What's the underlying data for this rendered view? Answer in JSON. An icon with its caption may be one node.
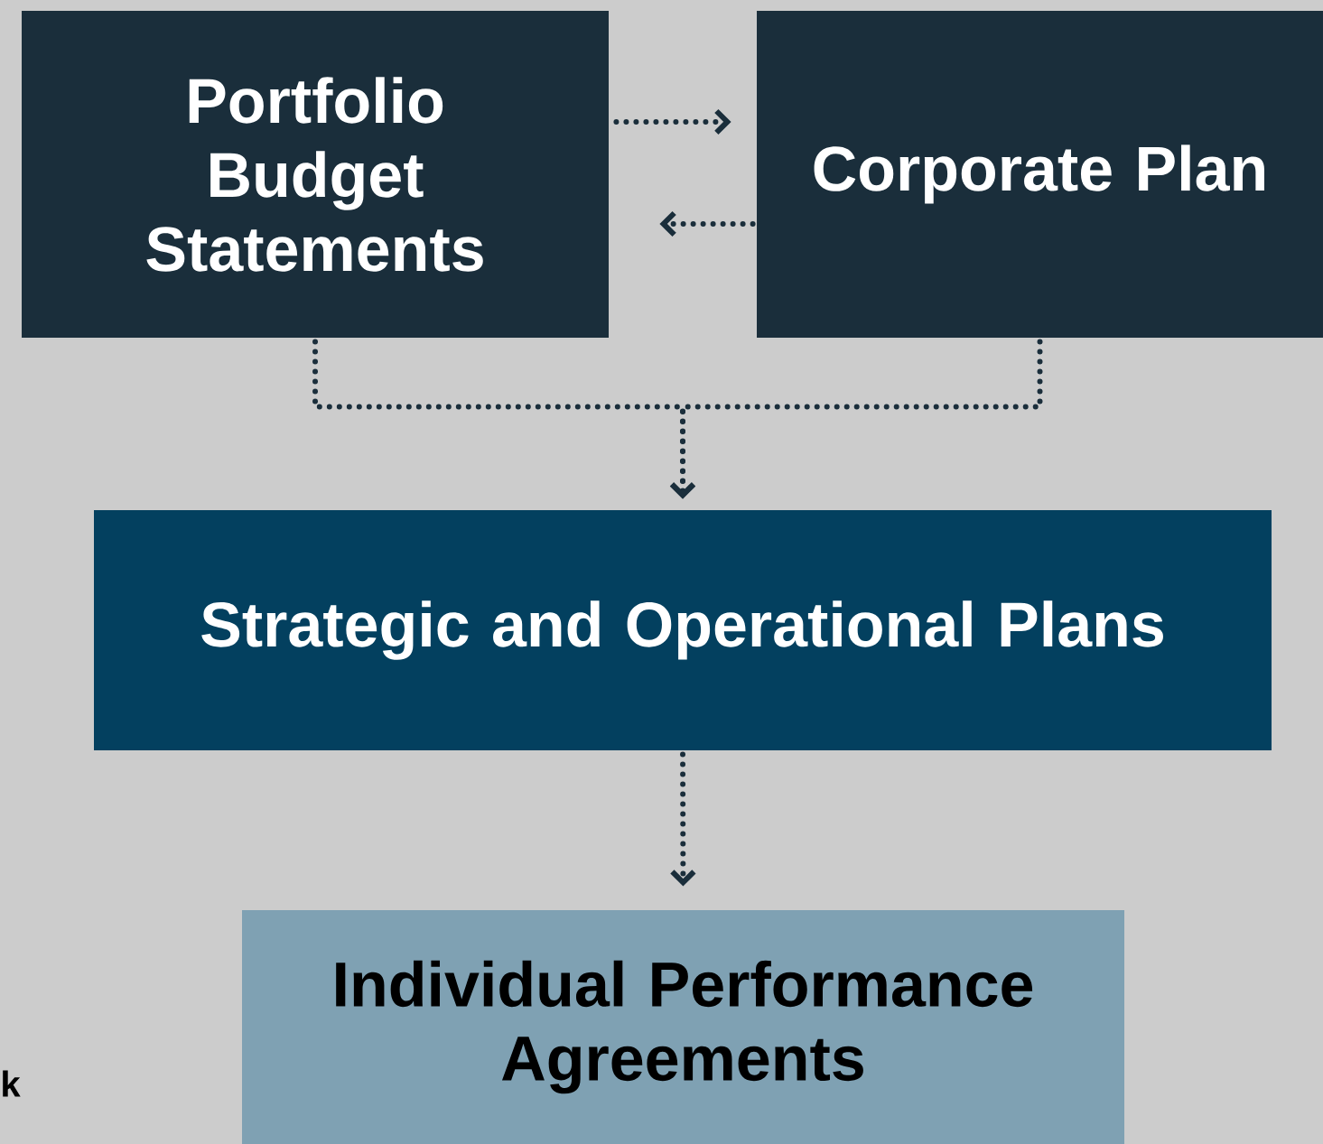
{
  "diagram": {
    "nodes": [
      {
        "text": [
          "Portfolio Budget Statements"
        ]
      },
      {
        "text": [
          "Corporate Plan"
        ]
      },
      {
        "text": [
          "Strategic and Operational Plans"
        ]
      },
      {
        "text": [
          "Individual Performance Agreements"
        ]
      }
    ],
    "edges": [
      {
        "from": 0,
        "to": 1,
        "arrow": "to"
      },
      {
        "from": 1,
        "to": 0,
        "arrow": "to"
      },
      {
        "from": 0,
        "to": 2,
        "arrow": "to"
      },
      {
        "from": 1,
        "to": 2,
        "arrow": "to"
      },
      {
        "from": 2,
        "to": 3,
        "arrow": "to"
      }
    ],
    "labels": [
      "k"
    ]
  }
}
